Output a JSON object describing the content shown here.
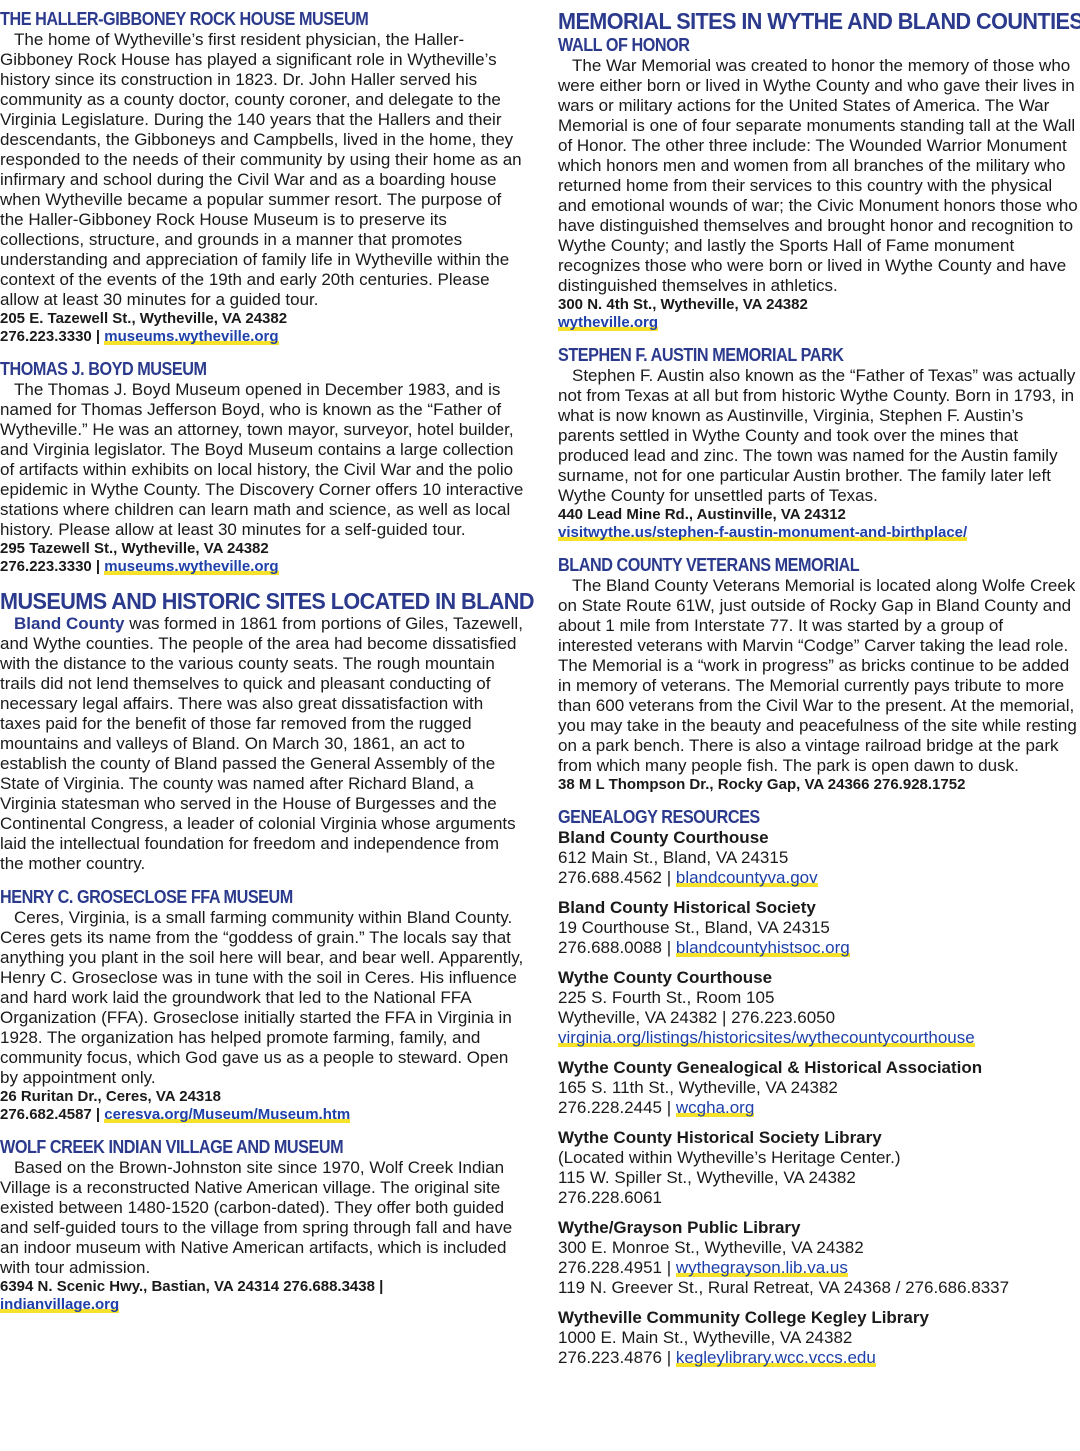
{
  "left": {
    "haller": {
      "heading": "THE HALLER-GIBBONEY ROCK HOUSE MUSEUM",
      "body": "The home of Wytheville’s first resident physician, the Haller-Gibboney Rock House has played a significant role in Wytheville’s history since its construction in 1823. Dr. John Haller served his community as a county doctor, county coroner, and delegate to the Virginia Legislature. During the 140 years that the Hallers and their descendants, the Gibboneys and Campbells, lived in the home, they responded to the needs of their community by using their home as an infirmary and school during the Civil War and as a boarding house when Wytheville became a popular summer resort. The purpose of the Haller-Gibboney Rock House Museum is to preserve its collections, structure, and grounds in a manner that promotes understanding and appreciation of family life in Wytheville within the context of the events of the 19th and early 20th centuries. Please allow at least 30 minutes for a guided tour.",
      "address": "205 E. Tazewell St., Wytheville, VA 24382",
      "phone": "276.223.3330 | ",
      "link": "museums.wytheville.org"
    },
    "boyd": {
      "heading": "THOMAS J. BOYD MUSEUM",
      "body": "The Thomas J. Boyd Museum opened in December 1983, and is named for Thomas Jefferson Boyd, who is known as the “Father of Wytheville.” He was an attorney, town mayor, surveyor, hotel builder, and Virginia legislator. The Boyd Museum contains a large collection of artifacts within exhibits on local history, the Civil War and the polio epidemic in Wythe County. The Discovery Corner offers 10 interactive stations where children can learn math and science, as well as local history. Please allow at least 30 minutes for a self-guided tour.",
      "address": "295 Tazewell St., Wytheville, VA 24382",
      "phone": "276.223.3330 | ",
      "link": "museums.wytheville.org"
    },
    "bland": {
      "heading": "MUSEUMS AND HISTORIC SITES LOCATED IN BLAND",
      "lead": "Bland County",
      "body": " was formed in 1861 from portions of Giles, Tazewell, and Wythe counties. The people of the area had become dissatisfied with the distance to the various county seats. The rough mountain trails did not lend themselves to quick and pleasant conducting of necessary legal affairs. There was also great dissatisfaction with taxes paid for the benefit of those far removed from the rugged mountains and valleys of Bland. On March 30, 1861, an act to establish the county of Bland passed the General Assembly of the State of Virginia. The county was named after Richard Bland, a Virginia statesman who served in the House of Burgesses and the Continental Congress, a leader of colonial Virginia whose arguments laid the intellectual foundation for freedom and independence from the mother country."
    },
    "groseclose": {
      "heading": "HENRY C. GROSECLOSE FFA MUSEUM",
      "body": "Ceres, Virginia, is a small farming community within Bland County. Ceres gets its name from the “goddess of grain.” The locals say that anything you plant in the soil here will bear, and bear well. Apparently, Henry C. Groseclose was in tune with the soil in Ceres. His influence and hard work laid the groundwork that led to the National FFA Organization (FFA). Groseclose initially started the FFA in Virginia in 1928. The organization has helped promote farming, family, and community focus, which God gave us as a people to steward. Open by appointment only.",
      "address": "26 Ruritan Dr., Ceres, VA 24318",
      "phone": "276.682.4587 | ",
      "link": "ceresva.org/Museum/Museum.htm"
    },
    "wolfcreek": {
      "heading": "WOLF CREEK INDIAN VILLAGE AND MUSEUM",
      "body": "Based on the Brown-Johnston site since 1970, Wolf Creek Indian Village is a reconstructed Native American village. The original site existed between 1480-1520 (carbon-dated). They offer both guided and self-guided tours to the village from spring through fall and have an indoor museum with Native American artifacts, which is included with tour admission.",
      "address": "6394 N. Scenic Hwy., Bastian, VA 24314 276.688.3438 |",
      "link": "indianvillage.org"
    }
  },
  "right": {
    "memorial": {
      "heading": "MEMORIAL SITES IN WYTHE AND BLAND COUNTIES",
      "subheading": "WALL OF HONOR",
      "body": "The War Memorial was created to honor the memory of those who were either born or lived in Wythe County and who gave their lives in wars or military actions for the United States of America. The War Memorial is one of four separate monuments standing tall at the Wall of Honor. The other three include: The Wounded Warrior Monument which honors men and women from all branches of the military who returned home from their services to this country with the physical and emotional wounds of war; the Civic Monument honors those who have distinguished themselves and brought honor and recognition to Wythe County; and lastly the Sports Hall of Fame monument recognizes those who were born or lived in Wythe County and have distinguished themselves in athletics.",
      "address": "300 N. 4th St., Wytheville, VA 24382",
      "link": "wytheville.org"
    },
    "austin": {
      "heading": "STEPHEN F. AUSTIN MEMORIAL PARK",
      "body": "Stephen F. Austin also known as the “Father of Texas” was actually not from Texas at all but from historic Wythe County. Born in 1793, in what is now known as Austinville, Virginia, Stephen F. Austin’s parents settled in Wythe County and took over the mines that produced lead and zinc. The town was named for the Austin family surname, not for one particular Austin brother. The family later left Wythe County for unsettled parts of Texas.",
      "address": "440 Lead Mine Rd., Austinville, VA 24312",
      "link": "visitwythe.us/stephen-f-austin-monument-and-birthplace/"
    },
    "veterans": {
      "heading": "BLAND COUNTY VETERANS MEMORIAL",
      "body": "The Bland County Veterans Memorial is located along Wolfe Creek on State Route 61W, just outside of Rocky Gap in Bland County and about 1 mile from Interstate 77. It was started by a group of interested veterans with Marvin “Codge” Carver taking the lead role. The Memorial is a “work in progress” as bricks continue to be added in memory of veterans. The Memorial currently pays tribute to more than 600 veterans from the Civil War to the present. At the memorial, you may take in the beauty and peacefulness of the site while resting on a park bench. There is also a vintage railroad bridge at the park from which many people fish. The park is open dawn to dusk.",
      "address": "38 M L Thompson Dr., Rocky Gap, VA 24366 276.928.1752"
    },
    "genealogy": {
      "heading": "GENEALOGY RESOURCES",
      "entries": [
        {
          "name": "Bland County Courthouse",
          "lines": [
            "612 Main St., Bland, VA 24315"
          ],
          "pre": "276.688.4562 | ",
          "link": "blandcountyva.gov"
        },
        {
          "name": "Bland County Historical Society",
          "lines": [
            "19 Courthouse St., Bland, VA 24315"
          ],
          "pre": "276.688.0088 | ",
          "link": "blandcountyhistsoc.org"
        },
        {
          "name": "Wythe County Courthouse",
          "lines": [
            "225 S. Fourth St., Room 105",
            "Wytheville, VA 24382 | 276.223.6050"
          ],
          "pre": "",
          "link": "virginia.org/listings/historicsites/wythecountycourthouse"
        },
        {
          "name": "Wythe County Genealogical & Historical Association",
          "lines": [
            "165 S. 11th St., Wytheville, VA 24382"
          ],
          "pre": "276.228.2445 | ",
          "link": "wcgha.org"
        },
        {
          "name": "Wythe County Historical Society Library",
          "lines": [
            "(Located within Wytheville’s Heritage Center.)",
            "115 W. Spiller St., Wytheville, VA 24382",
            "276.228.6061"
          ],
          "pre": null,
          "link": null
        },
        {
          "name": "Wythe/Grayson Public Library",
          "lines": [
            "300 E. Monroe St., Wytheville, VA 24382"
          ],
          "pre": "276.228.4951 | ",
          "link": "wythegrayson.lib.va.us",
          "after": "119 N. Greever St., Rural Retreat, VA 24368 / 276.686.8337"
        },
        {
          "name": "Wytheville Community College Kegley Library",
          "lines": [
            "1000 E. Main St., Wytheville, VA 24382"
          ],
          "pre": "276.223.4876 | ",
          "link": "kegleylibrary.wcc.vccs.edu"
        }
      ]
    }
  }
}
